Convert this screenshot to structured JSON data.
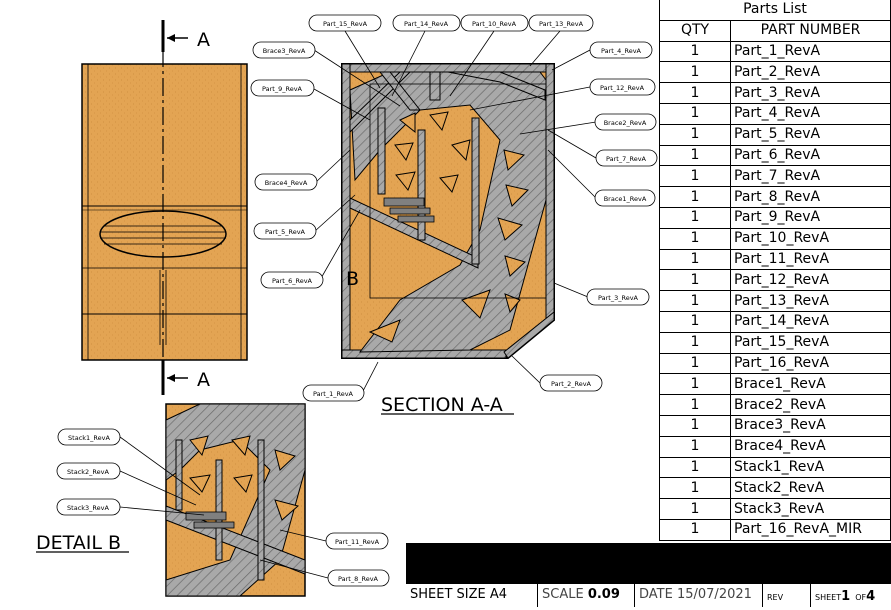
{
  "section": {
    "cut_label_top": "A",
    "cut_label_bottom": "A",
    "view_letter": "B",
    "title": "SECTION A-A"
  },
  "detail": {
    "title": "DETAIL B"
  },
  "callouts": {
    "part_15": "Part_15_RevA",
    "part_14": "Part_14_RevA",
    "part_10": "Part_10_RevA",
    "part_13": "Part_13_RevA",
    "brace3": "Brace3_RevA",
    "part_4": "Part_4_RevA",
    "part_9": "Part_9_RevA",
    "part_12": "Part_12_RevA",
    "brace2": "Brace2_RevA",
    "part_7": "Part_7_RevA",
    "brace4": "Brace4_RevA",
    "brace1": "Brace1_RevA",
    "part_5": "Part_5_RevA",
    "part_6": "Part_6_RevA",
    "part_3": "Part_3_RevA",
    "part_1": "Part_1_RevA",
    "part_2": "Part_2_RevA",
    "stack1": "Stack1_RevA",
    "stack2": "Stack2_RevA",
    "stack3": "Stack3_RevA",
    "part_11": "Part_11_RevA",
    "part_8": "Part_8_RevA"
  },
  "parts_list": {
    "title": "Parts List",
    "col_qty": "QTY",
    "col_part": "PART NUMBER",
    "rows": [
      {
        "qty": "1",
        "part": "Part_1_RevA"
      },
      {
        "qty": "1",
        "part": "Part_2_RevA"
      },
      {
        "qty": "1",
        "part": "Part_3_RevA"
      },
      {
        "qty": "1",
        "part": "Part_4_RevA"
      },
      {
        "qty": "1",
        "part": "Part_5_RevA"
      },
      {
        "qty": "1",
        "part": "Part_6_RevA"
      },
      {
        "qty": "1",
        "part": "Part_7_RevA"
      },
      {
        "qty": "1",
        "part": "Part_8_RevA"
      },
      {
        "qty": "1",
        "part": "Part_9_RevA"
      },
      {
        "qty": "1",
        "part": "Part_10_RevA"
      },
      {
        "qty": "1",
        "part": "Part_11_RevA"
      },
      {
        "qty": "1",
        "part": "Part_12_RevA"
      },
      {
        "qty": "1",
        "part": "Part_13_RevA"
      },
      {
        "qty": "1",
        "part": "Part_14_RevA"
      },
      {
        "qty": "1",
        "part": "Part_15_RevA"
      },
      {
        "qty": "1",
        "part": "Part_16_RevA"
      },
      {
        "qty": "1",
        "part": "Brace1_RevA"
      },
      {
        "qty": "1",
        "part": "Brace2_RevA"
      },
      {
        "qty": "1",
        "part": "Brace3_RevA"
      },
      {
        "qty": "1",
        "part": "Brace4_RevA"
      },
      {
        "qty": "1",
        "part": "Stack1_RevA"
      },
      {
        "qty": "1",
        "part": "Stack2_RevA"
      },
      {
        "qty": "1",
        "part": "Stack3_RevA"
      },
      {
        "qty": "1",
        "part": "Part_16_RevA_MIR"
      }
    ]
  },
  "title_block": {
    "sheet_size_label": "SHEET SIZE",
    "sheet_size": "A4",
    "scale_label": "SCALE",
    "scale": "0.09",
    "date_label": "DATE",
    "date": "15/07/2021",
    "rev_label": "REV",
    "sheet_label": "SHEET",
    "sheet_num": "1",
    "of_label": "OF",
    "sheet_total": "4"
  },
  "colors": {
    "wood": "#e3a453",
    "wood_dark": "#c98a3a",
    "section_fill": "#a9a9a9",
    "steel": "#808080",
    "line": "#000000"
  }
}
